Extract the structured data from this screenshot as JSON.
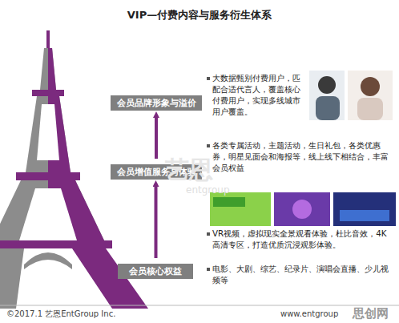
{
  "diagram": {
    "title": "VIP—付费内容与服务衍生体系",
    "nodes": [
      {
        "text": [
          "会员品牌形象与溢价"
        ]
      },
      {
        "text": [
          "会员增值服务与体验"
        ]
      },
      {
        "text": [
          "会员核心权益"
        ]
      }
    ],
    "edges": [
      {
        "from": 2,
        "to": 1,
        "arrow": "to"
      },
      {
        "from": 1,
        "to": 0,
        "arrow": "to"
      }
    ],
    "labels": [
      "大数据甄别付费用户，匹配合适代言人，覆盖核心付费用户，实现多线城市用户覆盖。",
      "各类专属活动，主题活动，生日礼包，各类优惠券，明星见面会和海报等，线上线下相结合，丰富会员权益",
      "VR视频，虚拟现实全景观看体验，杜比音效，4K高清专区，打造优质沉浸观影体验。",
      "电影、大剧、综艺、纪录片、演唱会直播、少儿视频等",
      "艺恩",
      "entgroup",
      "©2017.1 艺恩EntGroup Inc.",
      "www.entgroup",
      "思创网"
    ]
  }
}
